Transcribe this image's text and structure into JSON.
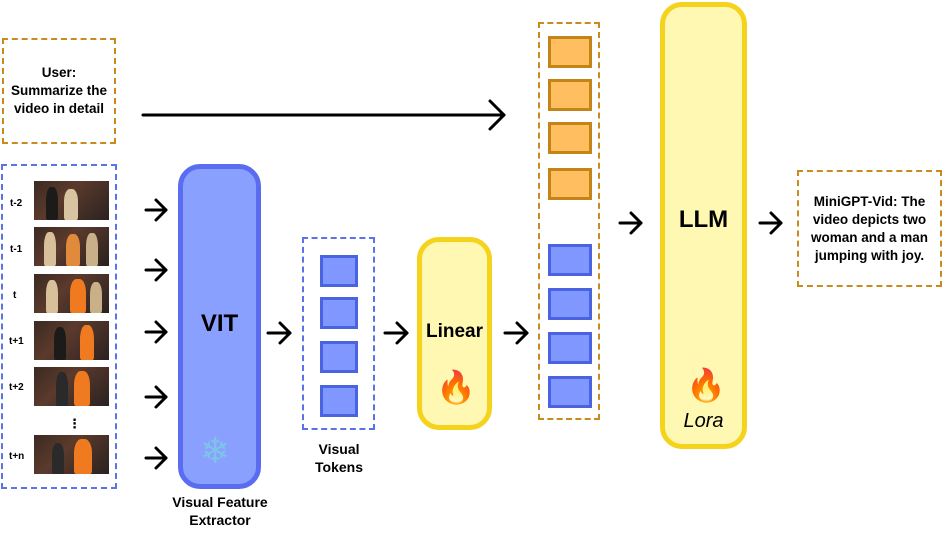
{
  "user_prompt": {
    "label": "User:",
    "text": "Summarize the video in detail"
  },
  "frames": [
    {
      "label": "t-2"
    },
    {
      "label": "t-1"
    },
    {
      "label": "t"
    },
    {
      "label": "t+1"
    },
    {
      "label": "t+2"
    },
    {
      "label": "t+n"
    }
  ],
  "ellipsis": "⋮",
  "vit": {
    "label": "VIT",
    "caption_line1": "Visual Feature",
    "caption_line2": "Extractor",
    "icon": "snowflake-icon"
  },
  "tokens": {
    "caption_line1": "Visual",
    "caption_line2": "Tokens"
  },
  "linear": {
    "label": "Linear",
    "icon": "fire-icon"
  },
  "llm": {
    "label": "LLM",
    "sublabel": "Lora",
    "icon": "fire-icon"
  },
  "output": {
    "text": "MiniGPT-Vid: The video depicts two woman and a man jumping with joy."
  },
  "colors": {
    "blue_fill": "#8aa0ff",
    "blue_border": "#5a6cf0",
    "yellow_fill": "#fff8b3",
    "yellow_border": "#f5d21c",
    "orange_fill": "#ffbf60",
    "orange_border": "#c38418",
    "dashed_orange": "#c98a1e",
    "dashed_blue": "#5b73e8"
  }
}
